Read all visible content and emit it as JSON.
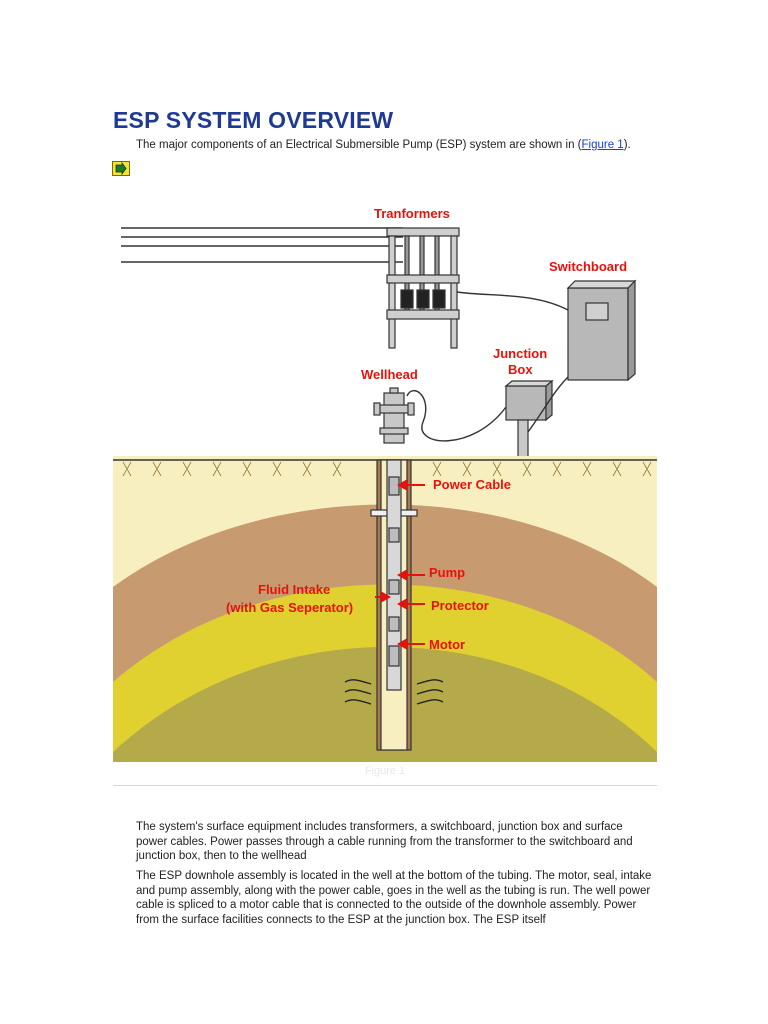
{
  "header": {
    "title": "ESP SYSTEM OVERVIEW"
  },
  "intro": {
    "before": "The major components of an Electrical Submersible Pump (ESP) system are shown in (",
    "link": "Figure 1",
    "after": ")."
  },
  "nav": {
    "icon": "arrow-right-icon"
  },
  "figure": {
    "caption": "Figure 1",
    "labels": {
      "transformers": "Tranformers",
      "switchboard": "Switchboard",
      "junction_1": "Junction",
      "junction_2": "Box",
      "wellhead": "Wellhead",
      "power_cable": "Power Cable",
      "pump": "Pump",
      "protector": "Protector",
      "motor": "Motor",
      "fluid_intake_1": "Fluid Intake",
      "fluid_intake_2": "(with Gas Seperator)"
    },
    "colors": {
      "label": "#e8120c",
      "sky": "#ffffff",
      "soil_top": "#f8efc0",
      "layer_brown": "#c89a70",
      "layer_yellow": "#e0d030",
      "layer_olive": "#b4aa4a"
    }
  },
  "body": {
    "p1": "The system's surface equipment includes transformers, a switchboard, junction box and surface power cables. Power passes through a cable running from the transformer to the switchboard and junction box, then to the wellhead",
    "p2": "The ESP downhole assembly is located in the well at the bottom of the tubing. The motor, seal, intake and pump assembly, along with the power cable, goes in the well as the tubing is run. The well power cable is spliced to a motor cable that is connected to the outside of the downhole assembly. Power from the surface facilities connects to the ESP at the junction box. The ESP itself"
  }
}
